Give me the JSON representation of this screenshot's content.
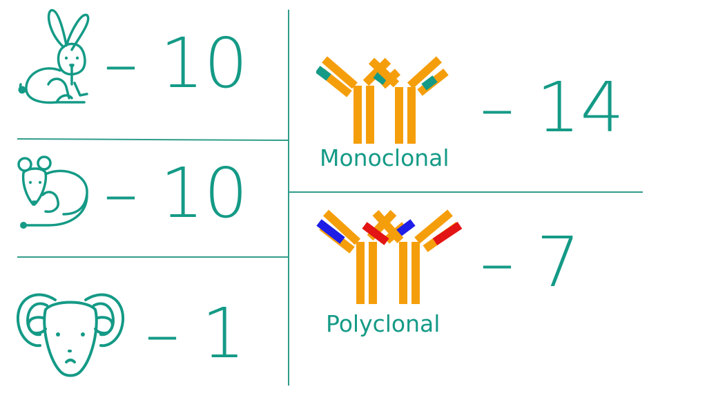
{
  "colors": {
    "teal": "#149a86",
    "antibody": "#f59e0b",
    "blue_tip": "#1e1ee6",
    "red_tip": "#e31414"
  },
  "left_panel": [
    {
      "icon": "rabbit-icon",
      "count": "– 10"
    },
    {
      "icon": "mouse-icon",
      "count": "– 10"
    },
    {
      "icon": "goat-icon",
      "count": "– 1"
    }
  ],
  "right_panel": [
    {
      "icon": "monoclonal-antibody-icon",
      "label": "Monoclonal",
      "count": "– 14"
    },
    {
      "icon": "polyclonal-antibody-icon",
      "label": "Polyclonal",
      "count": "– 7"
    }
  ]
}
